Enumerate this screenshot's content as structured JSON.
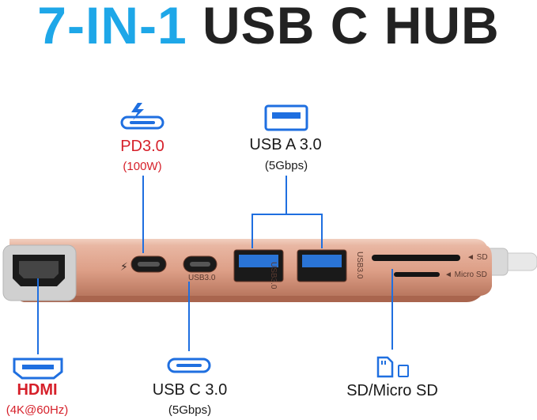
{
  "title": {
    "highlight": "7-IN-1",
    "rest": "USB C HUB"
  },
  "ports": {
    "pd": {
      "name": "PD3.0",
      "detail": "(100W)",
      "icon": "usb-c-charging-icon"
    },
    "usba": {
      "name": "USB A 3.0",
      "detail": "(5Gbps)",
      "icon": "usb-a-port-icon"
    },
    "hdmi": {
      "name": "HDMI",
      "detail": "(4K@60Hz)",
      "icon": "hdmi-port-icon"
    },
    "usbc": {
      "name": "USB C 3.0",
      "detail": "(5Gbps)",
      "icon": "usb-c-port-icon"
    },
    "sd": {
      "name": "SD/Micro SD",
      "icon": "sd-card-icon"
    }
  },
  "hub_markings": {
    "usbc_port": "USB3.0",
    "usba_port_1": "USB3.0",
    "usba_port_2": "USB3.0",
    "sd_slot": "◄ SD",
    "microsd_slot": "◄ Micro SD"
  },
  "colors": {
    "accent": "#1ea7e8",
    "label_red": "#d6202a",
    "line_blue": "#1f6fe0",
    "hub_body": "#e3a48c"
  }
}
